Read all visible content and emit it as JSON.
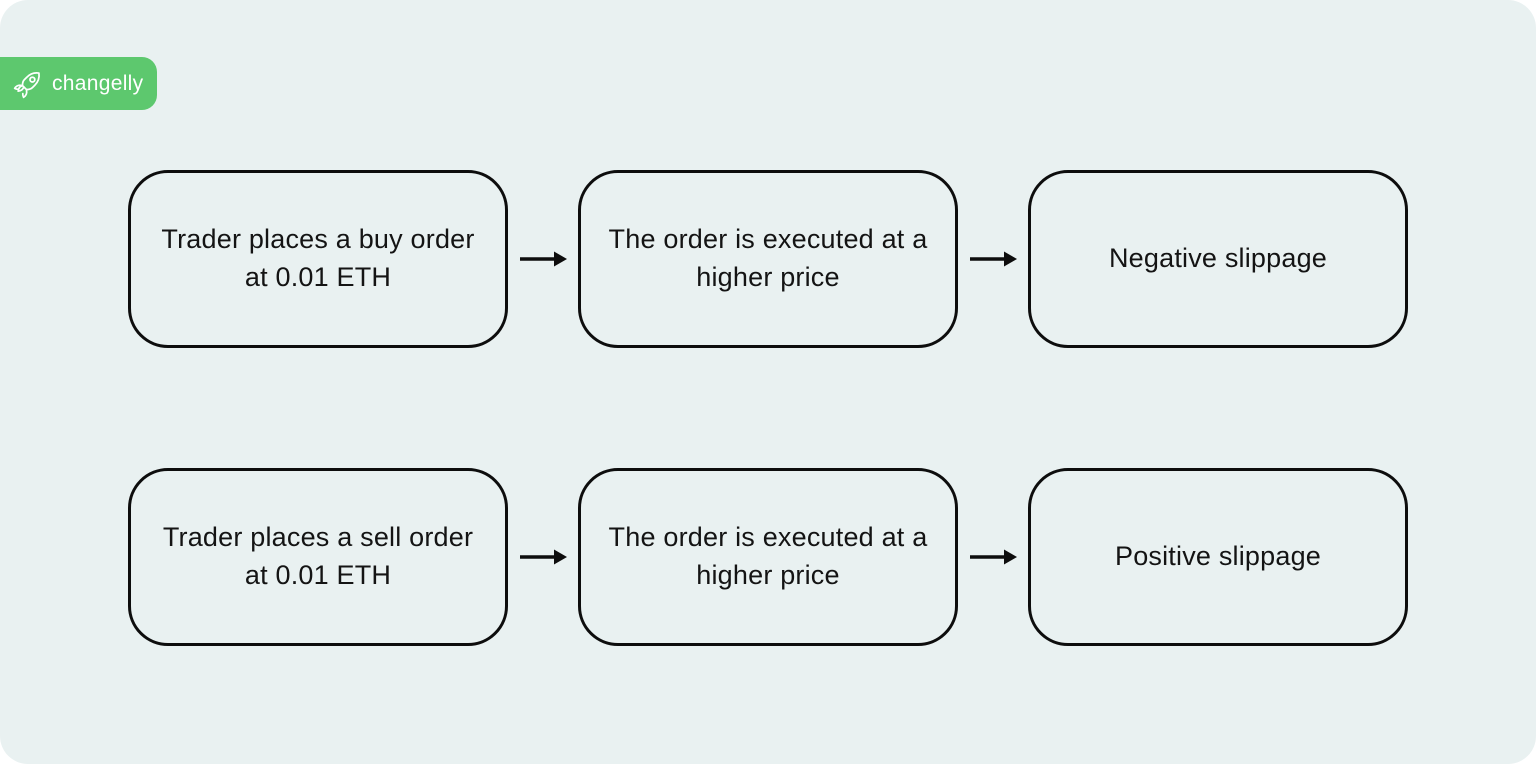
{
  "page": {
    "background_color": "#e9f1f1",
    "outer_background_color": "#ffffff",
    "box_border_color": "#0d0d0d",
    "text_color": "#141414"
  },
  "logo": {
    "label": "changelly",
    "badge_color": "#5dc86e",
    "text_color": "#ffffff",
    "icon": "rocket-icon"
  },
  "icons": {
    "arrow_right": "→",
    "rocket": "🚀"
  },
  "diagram": {
    "type": "flowchart",
    "rows": [
      {
        "name": "negative-slippage-flow",
        "boxes": [
          {
            "label": "Trader places a buy order at 0.01 ETH"
          },
          {
            "label": "The order is executed at a higher price"
          },
          {
            "label": "Negative slippage"
          }
        ]
      },
      {
        "name": "positive-slippage-flow",
        "boxes": [
          {
            "label": "Trader places a sell order at 0.01 ETH"
          },
          {
            "label": "The order is executed at a higher price"
          },
          {
            "label": "Positive slippage"
          }
        ]
      }
    ]
  }
}
